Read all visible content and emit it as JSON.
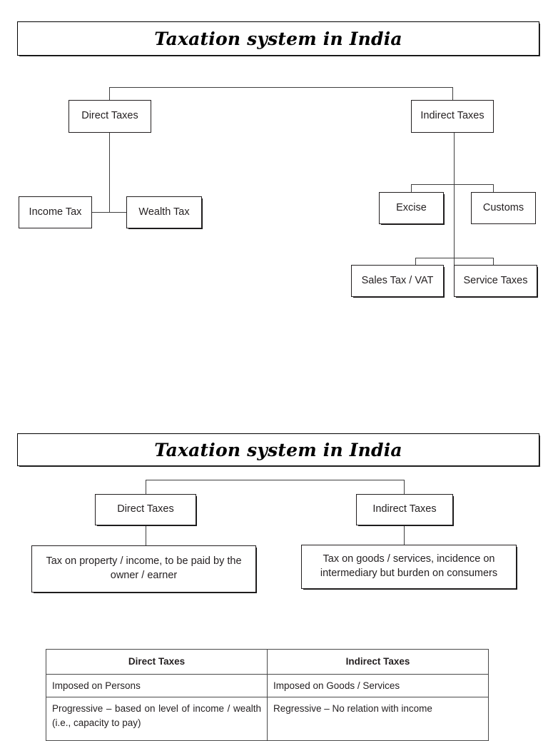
{
  "document": {
    "title": "Taxation system in India"
  },
  "diagram1": {
    "banner": "Taxation system in India",
    "nodes": {
      "direct": "Direct Taxes",
      "indirect": "Indirect Taxes",
      "income_tax": "Income Tax",
      "wealth_tax": "Wealth Tax",
      "excise": "Excise",
      "customs": "Customs",
      "sales_tax_vat": "Sales Tax / VAT",
      "service_taxes": "Service Taxes"
    }
  },
  "diagram2": {
    "banner": "Taxation system in India",
    "nodes": {
      "direct": "Direct Taxes",
      "indirect": "Indirect Taxes",
      "direct_desc": "Tax on property / income, to be paid by the owner / earner",
      "indirect_desc": "Tax on goods / services, incidence on intermediary but burden on consumers"
    }
  },
  "comparison_table": {
    "headers": [
      "Direct Taxes",
      "Indirect Taxes"
    ],
    "rows": [
      {
        "direct": "Imposed on Persons",
        "indirect": "Imposed on Goods / Services"
      },
      {
        "direct": "Progressive – based on level of income / wealth (i.e., capacity to pay)",
        "indirect": "Regressive – No relation with income"
      }
    ]
  },
  "colors": {
    "ink": "#231f20",
    "line": "#3f3f3f",
    "border": "#4a4a4a",
    "background": "#ffffff"
  }
}
